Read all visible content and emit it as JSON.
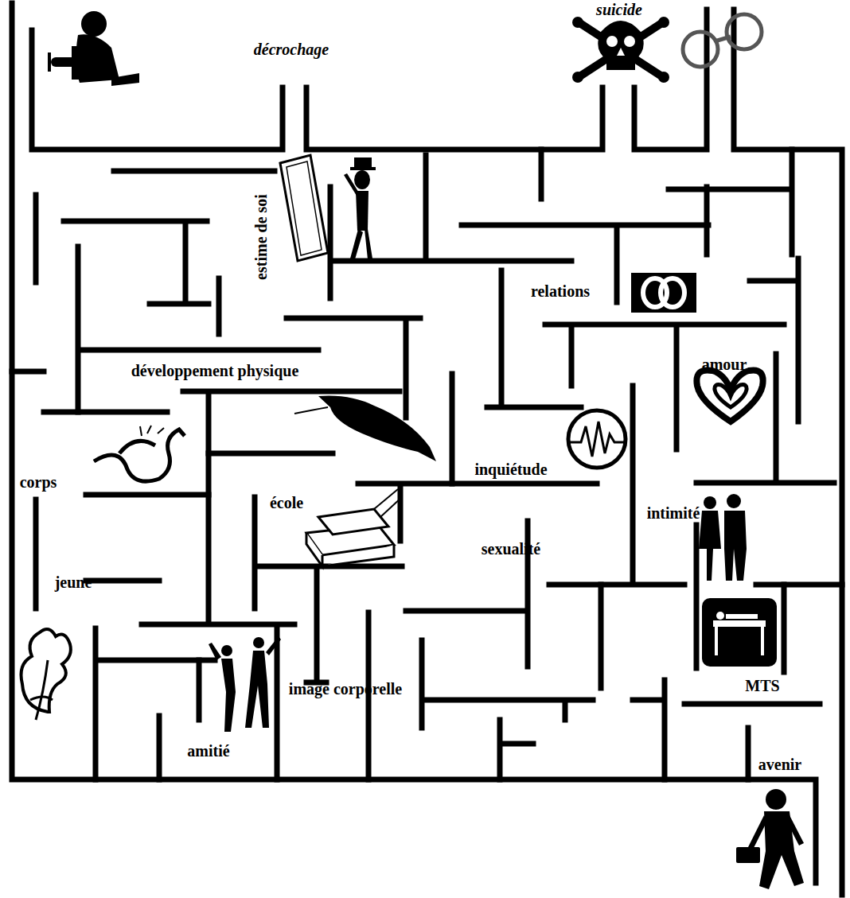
{
  "diagram": {
    "labels": [
      "suicide",
      "décrochage",
      "estime de soi",
      "relations",
      "amour",
      "développement physique",
      "inquiétude",
      "corps",
      "école",
      "sexualité",
      "intimité",
      "jeune",
      "image corporelle",
      "MTS",
      "amitié",
      "avenir"
    ]
  }
}
